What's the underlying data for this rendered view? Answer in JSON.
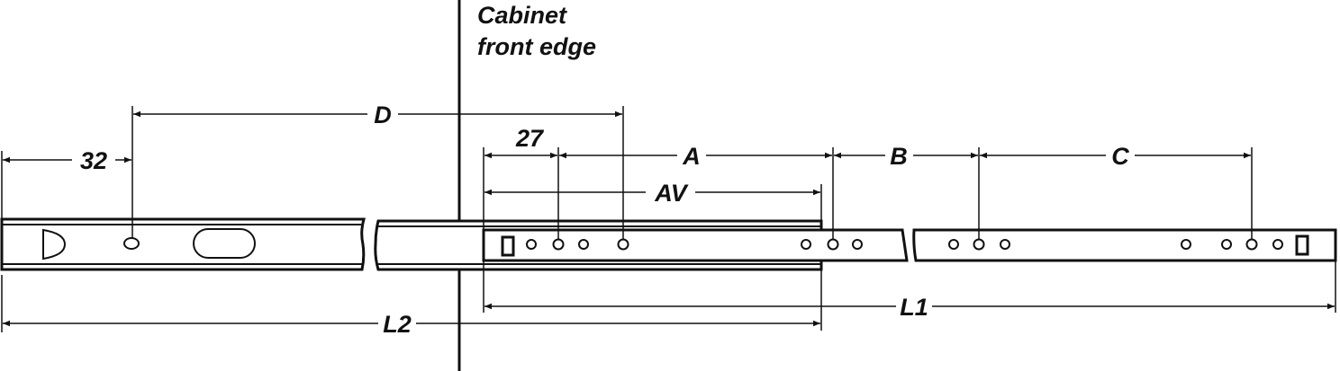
{
  "cabinet_label": {
    "line1": "Cabinet",
    "line2": "front edge"
  },
  "dimensions": {
    "d": "D",
    "d32": "32",
    "d27": "27",
    "a": "A",
    "b": "B",
    "c": "C",
    "av": "AV",
    "l1": "L1",
    "l2": "L2"
  },
  "colors": {
    "line": "#111111",
    "background": "#ffffff"
  }
}
